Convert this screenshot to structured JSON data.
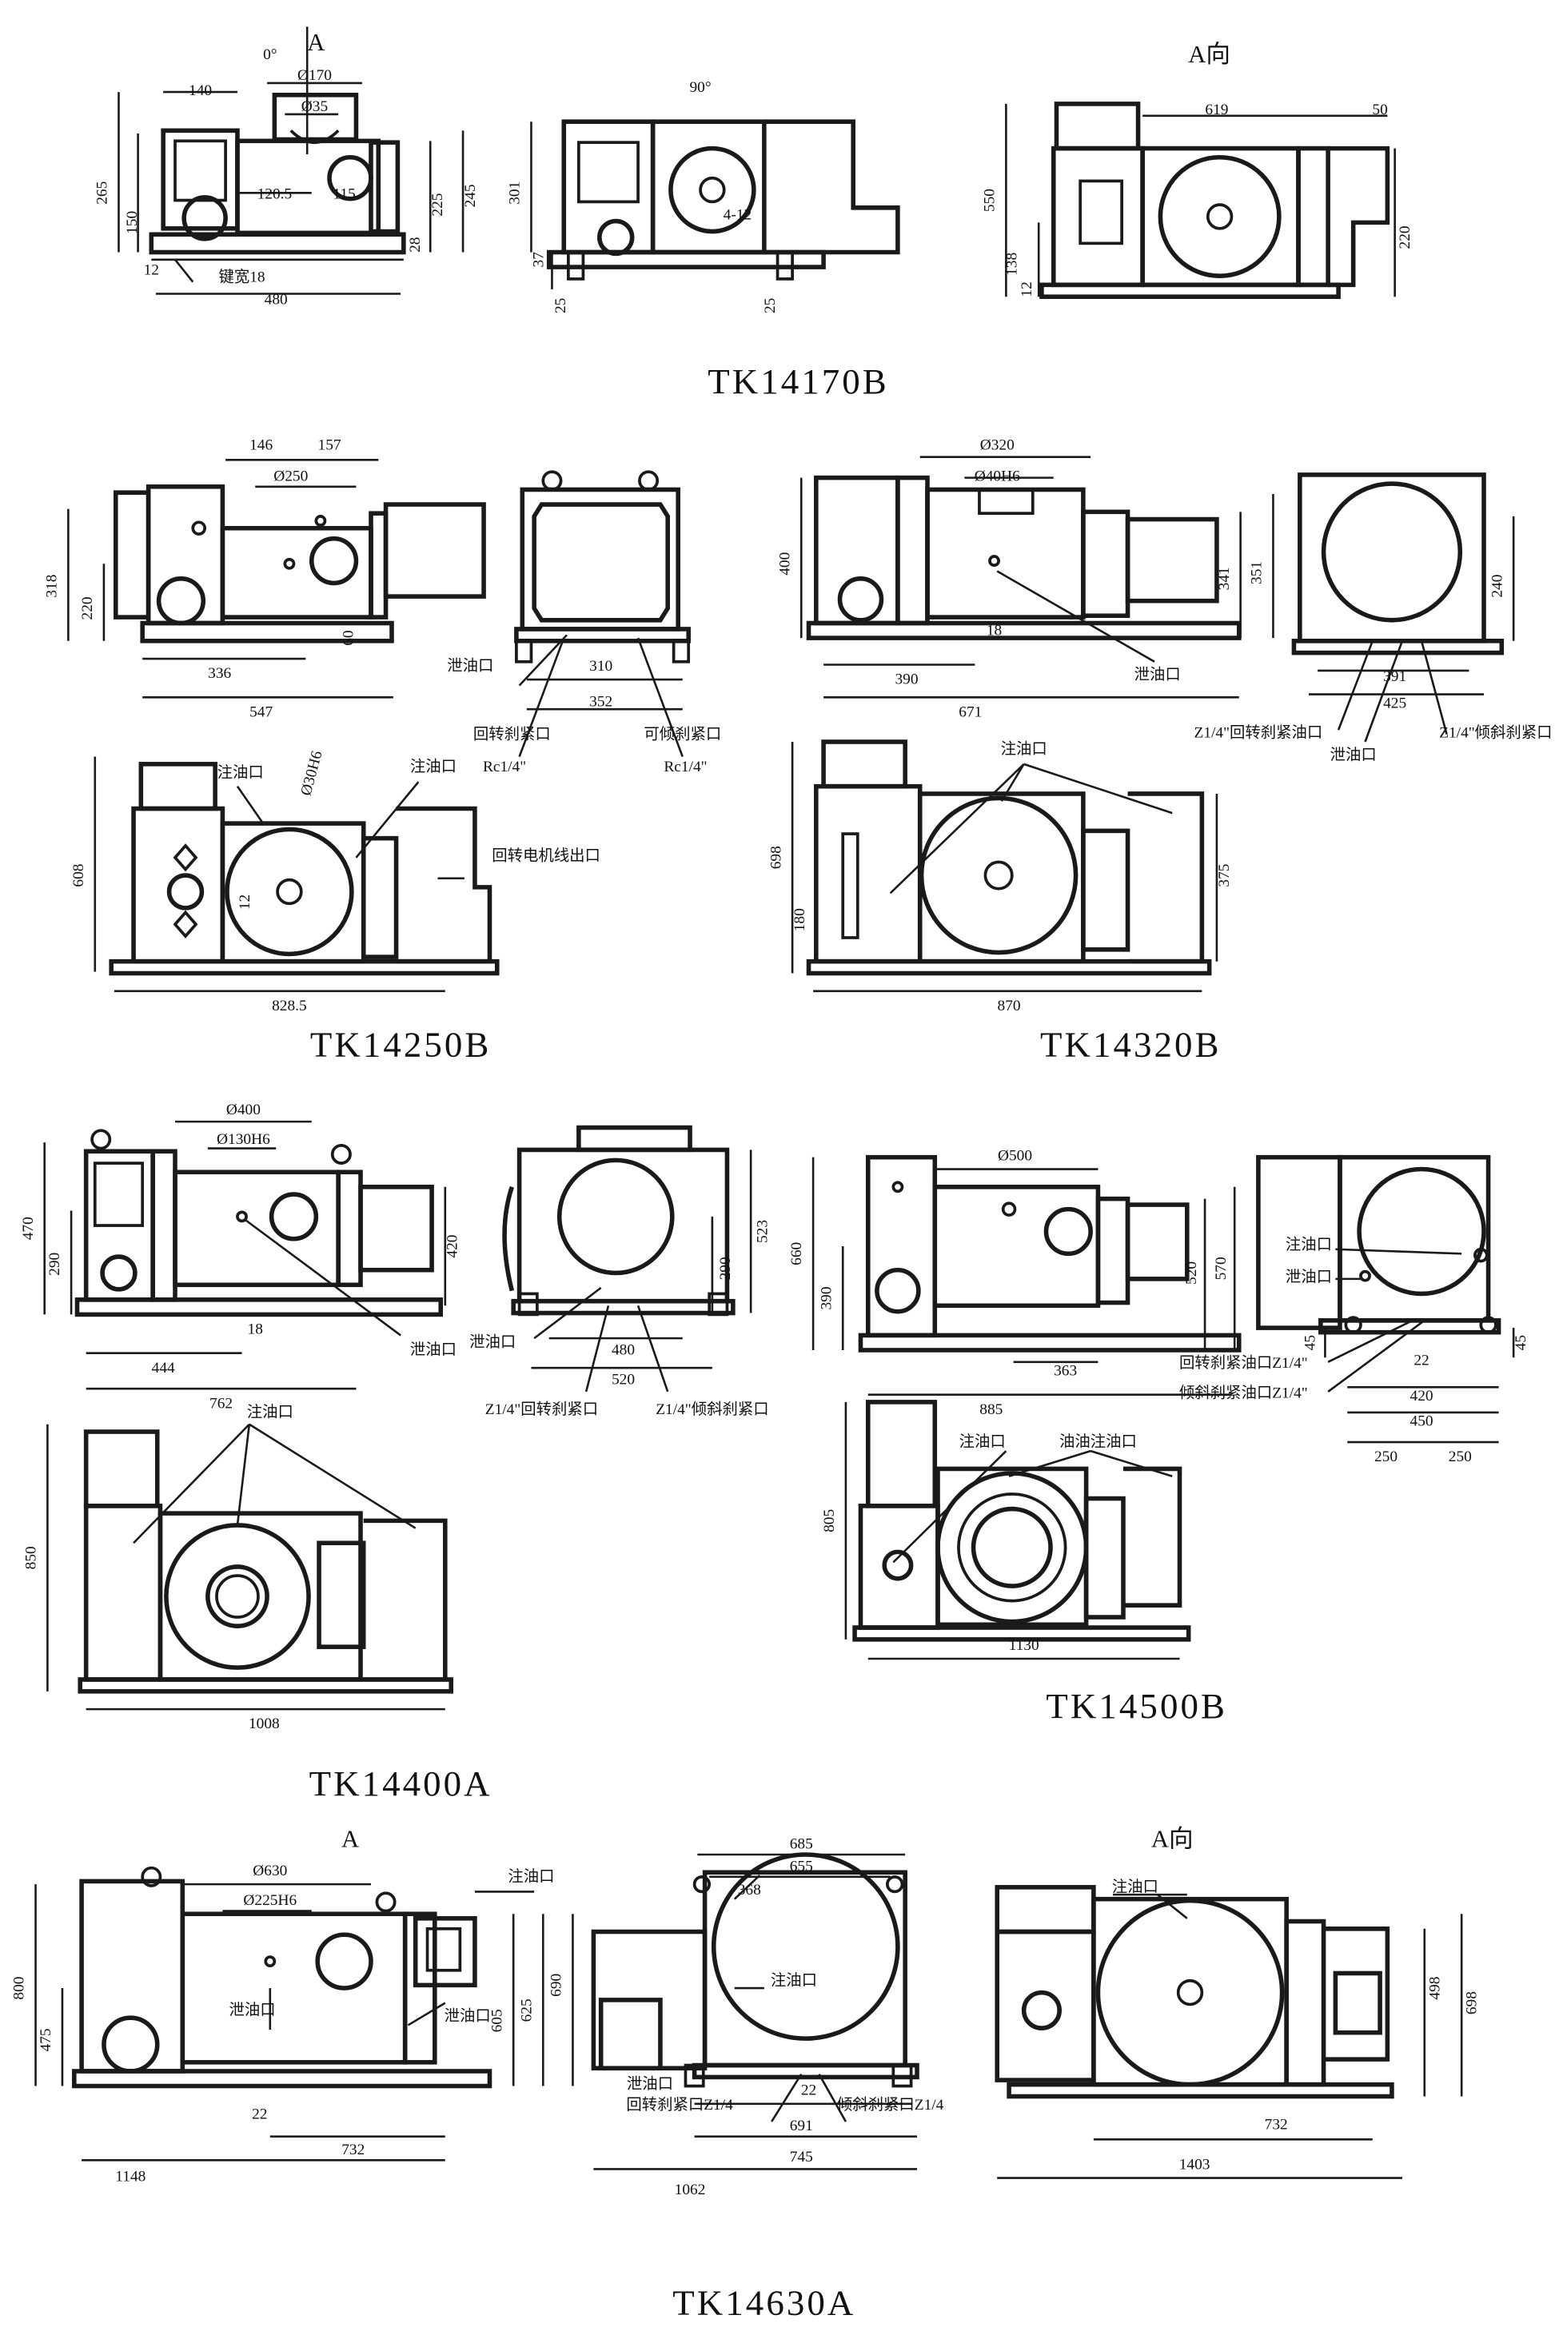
{
  "models": {
    "tk14170b": {
      "title": "TK14170B",
      "view_marks": [
        "0°",
        "A",
        "90°",
        "A向"
      ],
      "front_dims": [
        "140",
        "Ø170",
        "Ø35",
        "265",
        "150",
        "120.5",
        "115",
        "225",
        "245",
        "28",
        "12",
        "480"
      ],
      "front_labels": [
        "键宽18"
      ],
      "side_dims": [
        "301",
        "37",
        "25",
        "25",
        "4-12"
      ],
      "a_view_dims": [
        "619",
        "50",
        "550",
        "220",
        "138",
        "12"
      ]
    },
    "tk14250b": {
      "title": "TK14250B",
      "front_dims": [
        "146",
        "157",
        "Ø250",
        "318",
        "220",
        "60",
        "336",
        "547"
      ],
      "side_dims": [
        "310",
        "352"
      ],
      "side_labels": [
        "泄油口",
        "回转刹紧口",
        "可倾刹紧口",
        "Rc1/4\"",
        "Rc1/4\""
      ],
      "top_dims": [
        "Ø30H6",
        "608",
        "12",
        "828.5"
      ],
      "top_labels": [
        "注油口",
        "注油口",
        "回转电机线出口"
      ]
    },
    "tk14320b": {
      "title": "TK14320B",
      "front_dims": [
        "Ø320",
        "Ø40H6",
        "400",
        "341",
        "351",
        "18",
        "390",
        "671"
      ],
      "front_labels": [
        "泄油口"
      ],
      "side_dims": [
        "240",
        "391",
        "425"
      ],
      "side_labels": [
        "Z1/4\"回转刹紧油口",
        "泄油口",
        "Z1/4\"倾斜刹紧口"
      ],
      "top_dims": [
        "698",
        "180",
        "375",
        "870"
      ],
      "top_labels": [
        "注油口"
      ]
    },
    "tk14400a": {
      "title": "TK14400A",
      "front_dims": [
        "Ø400",
        "Ø130H6",
        "470",
        "290",
        "420",
        "18",
        "444",
        "762"
      ],
      "front_labels": [
        "泄油口"
      ],
      "side_dims": [
        "523",
        "290",
        "480",
        "520"
      ],
      "side_labels": [
        "泄油口",
        "Z1/4\"回转刹紧口",
        "Z1/4\"倾斜刹紧口"
      ],
      "top_dims": [
        "850",
        "1008"
      ],
      "top_labels": [
        "注油口"
      ]
    },
    "tk14500b": {
      "title": "TK14500B",
      "front_dims": [
        "Ø500",
        "660",
        "390",
        "520",
        "570",
        "363",
        "885"
      ],
      "side_dims": [
        "45",
        "45",
        "22",
        "420",
        "450",
        "250",
        "250"
      ],
      "side_labels": [
        "注油口",
        "泄油口",
        "回转刹紧油口Z1/4\"",
        "倾斜刹紧油口Z1/4\""
      ],
      "top_dims": [
        "805",
        "1130"
      ],
      "top_labels": [
        "注油口",
        "油油注油口"
      ]
    },
    "tk14630a": {
      "title": "TK14630A",
      "view_marks": [
        "A",
        "A向"
      ],
      "front_dims": [
        "Ø630",
        "Ø225H6",
        "800",
        "475",
        "605",
        "625",
        "690",
        "22",
        "732",
        "1148"
      ],
      "front_labels": [
        "注油口",
        "泄油口",
        "泄油口"
      ],
      "side_dims": [
        "685",
        "655",
        "368",
        "22",
        "691",
        "745",
        "1062"
      ],
      "side_labels": [
        "注油口",
        "泄油口",
        "回转刹紧口Z1/4",
        "倾斜刹紧口Z1/4"
      ],
      "a_view_dims": [
        "498",
        "698",
        "732",
        "1403"
      ],
      "a_view_labels": [
        "注油口"
      ]
    }
  }
}
